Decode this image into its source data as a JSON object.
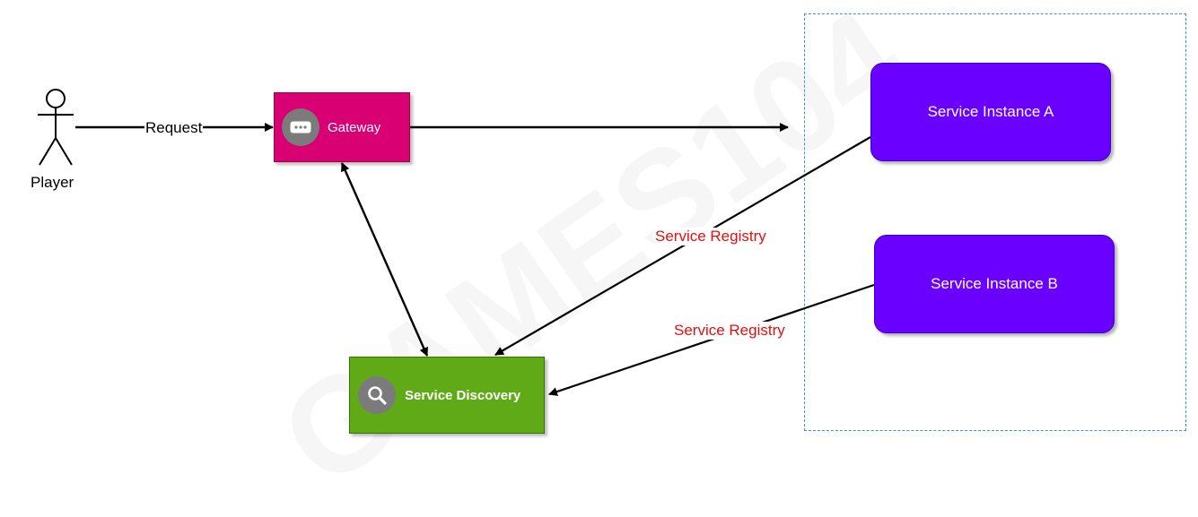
{
  "diagram": {
    "actor": {
      "label": "Player",
      "icon": "person-icon"
    },
    "edges": {
      "request_label": "Request",
      "registry_a_label": "Service Registry",
      "registry_b_label": "Service Registry"
    },
    "nodes": {
      "gateway": {
        "label": "Gateway",
        "icon": "message-dots-icon"
      },
      "discovery": {
        "label": "Service Discovery",
        "icon": "search-icon"
      },
      "instance_a": {
        "label": "Service Instance A"
      },
      "instance_b": {
        "label": "Service Instance B"
      }
    },
    "watermark": {
      "text": "GAMES104"
    }
  },
  "colors": {
    "gateway_fill": "#d80073",
    "discovery_fill": "#60a917",
    "instance_fill": "#6a00ff",
    "icon_circle": "#7b7b7b",
    "registry_label": "#e01010",
    "group_border": "#3a8fd9",
    "edge": "#000000"
  }
}
